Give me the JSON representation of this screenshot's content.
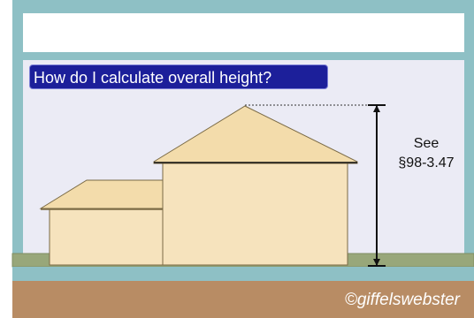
{
  "question": "How do I calculate overall height?",
  "reference": {
    "line1": "See",
    "line2": "§98-3.47"
  },
  "copyright": "©giffelswebster",
  "colors": {
    "frame": "#8ec0c5",
    "panel": "#ebebf5",
    "question_bg": "#1c1f9a",
    "house_wall": "#f6e3bd",
    "house_roof": "#f3dcab",
    "house_outline": "#7a6a45",
    "grass": "#98a77a",
    "dirt": "#b88c64",
    "dimension_line": "#111111"
  }
}
